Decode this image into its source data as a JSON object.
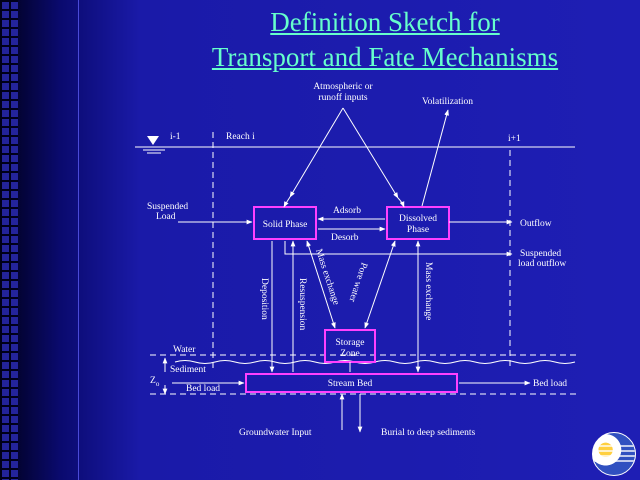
{
  "title": {
    "line1": "Definition Sketch for",
    "line2": "Transport and Fate Mechanisms"
  },
  "labels": {
    "atmospheric_1": "Atmospheric or",
    "atmospheric_2": "runoff inputs",
    "volatilization": "Volatilization",
    "reach_prev": "i-1",
    "reach_i": "Reach i",
    "reach_next": "i+1",
    "suspended_load_1": "Suspended",
    "suspended_load_2": "Load",
    "solid_phase": "Solid Phase",
    "dissolved_1": "Dissolved",
    "dissolved_2": "Phase",
    "adsorb": "Adsorb",
    "desorb": "Desorb",
    "outflow": "Outflow",
    "susp_outflow_1": "Suspended",
    "susp_outflow_2": "load outflow",
    "deposition": "Deposition",
    "resuspension": "Resuspension",
    "mass_exchange_1": "Mass exchange",
    "mass_exchange_2": "Pore water",
    "mass_exchange_3": "Mass exchange",
    "storage_1": "Storage",
    "storage_2": "Zone",
    "water": "Water",
    "sediment": "Sediment",
    "z0": "Z",
    "z0_sub": "o",
    "bed_load_left": "Bed load",
    "stream_bed": "Stream Bed",
    "bed_load_right": "Bed load",
    "groundwater": "Groundwater Input",
    "burial": "Burial to deep sediments"
  },
  "colors": {
    "title": "#66ffcc",
    "box_border": "#ff40ff",
    "background": "#1e1eb4"
  }
}
